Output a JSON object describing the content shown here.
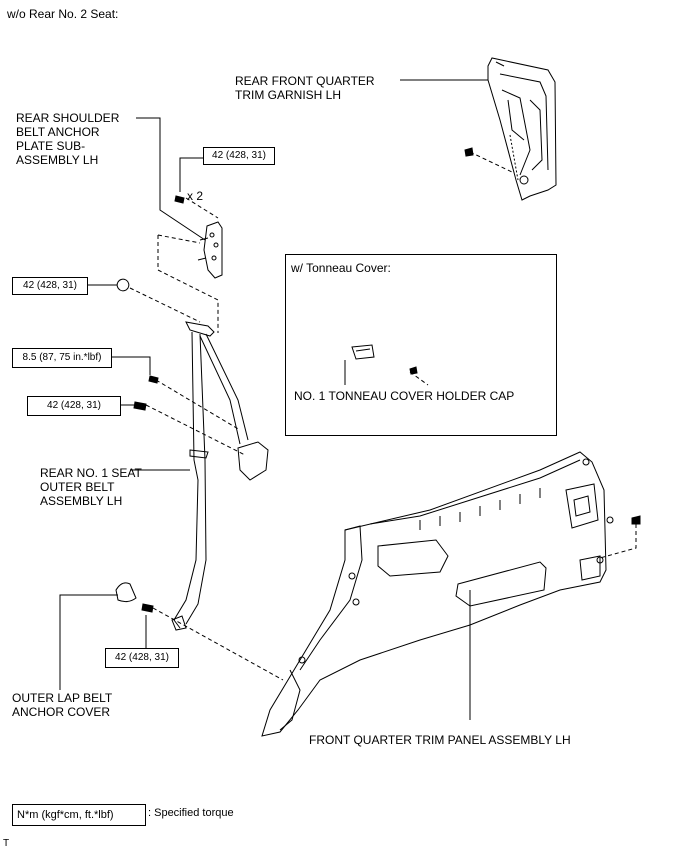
{
  "header": {
    "condition": "w/o Rear No. 2 Seat:"
  },
  "labels": {
    "rear_front_quarter_trim_garnish": [
      "REAR FRONT QUARTER",
      "TRIM GARNISH LH"
    ],
    "rear_shoulder_belt_anchor_plate": [
      "REAR SHOULDER",
      "BELT ANCHOR",
      "PLATE SUB-",
      "ASSEMBLY LH"
    ],
    "rear_no1_seat_outer_belt": [
      "REAR NO. 1 SEAT",
      "OUTER BELT",
      "ASSEMBLY LH"
    ],
    "outer_lap_belt_anchor_cover": [
      "OUTER LAP BELT",
      "ANCHOR COVER"
    ],
    "front_quarter_trim_panel": "FRONT QUARTER TRIM PANEL ASSEMBLY LH",
    "tonneau_cover_holder_cap": "NO. 1 TONNEAU COVER HOLDER CAP"
  },
  "inset": {
    "title": "w/ Tonneau Cover:"
  },
  "quantity": {
    "shoulder_bolts": "x 2"
  },
  "torques": {
    "shoulder_anchor": "42 (428, 31)",
    "upper_belt_bolt": "42 (428, 31)",
    "guide_bolt": "8.5 (87, 75 in.*lbf)",
    "belt_bolt": "42 (428, 31)",
    "lap_anchor_bolt": "42 (428, 31)"
  },
  "legend": {
    "unit": "N*m (kgf*cm, ft.*lbf)",
    "meaning": ": Specified torque"
  },
  "footer": {
    "mark": "T"
  }
}
